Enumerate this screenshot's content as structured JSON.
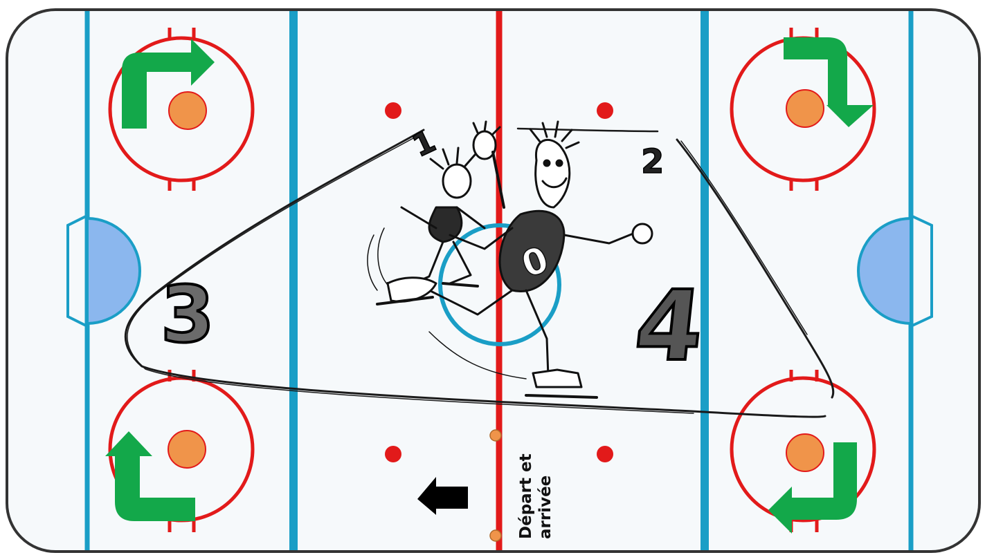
{
  "rink": {
    "board_color": "#333333",
    "ice_color": "#f6f9fb",
    "blue_line_color": "#1a9ec6",
    "red_line_color": "#e21a1a",
    "crease_color": "#8bb7ee",
    "faceoff_dot_color": "#f0944a",
    "arrow_color": "#13a84a",
    "direction_arrow_color": "#000000"
  },
  "skater": {
    "jersey_number": "0",
    "stroke_color": "#111111"
  },
  "stations": [
    {
      "number": "1",
      "corner": "top-left"
    },
    {
      "number": "2",
      "corner": "top-right"
    },
    {
      "number": "3",
      "corner": "left"
    },
    {
      "number": "4",
      "corner": "right"
    }
  ],
  "turn_arrows": [
    {
      "corner": "top-left",
      "turn": "right"
    },
    {
      "corner": "top-right",
      "turn": "down"
    },
    {
      "corner": "bottom-left",
      "turn": "up"
    },
    {
      "corner": "bottom-right",
      "turn": "left"
    }
  ],
  "start_finish": {
    "line1": "Départ et",
    "line2": "arrivée",
    "direction": "left"
  }
}
